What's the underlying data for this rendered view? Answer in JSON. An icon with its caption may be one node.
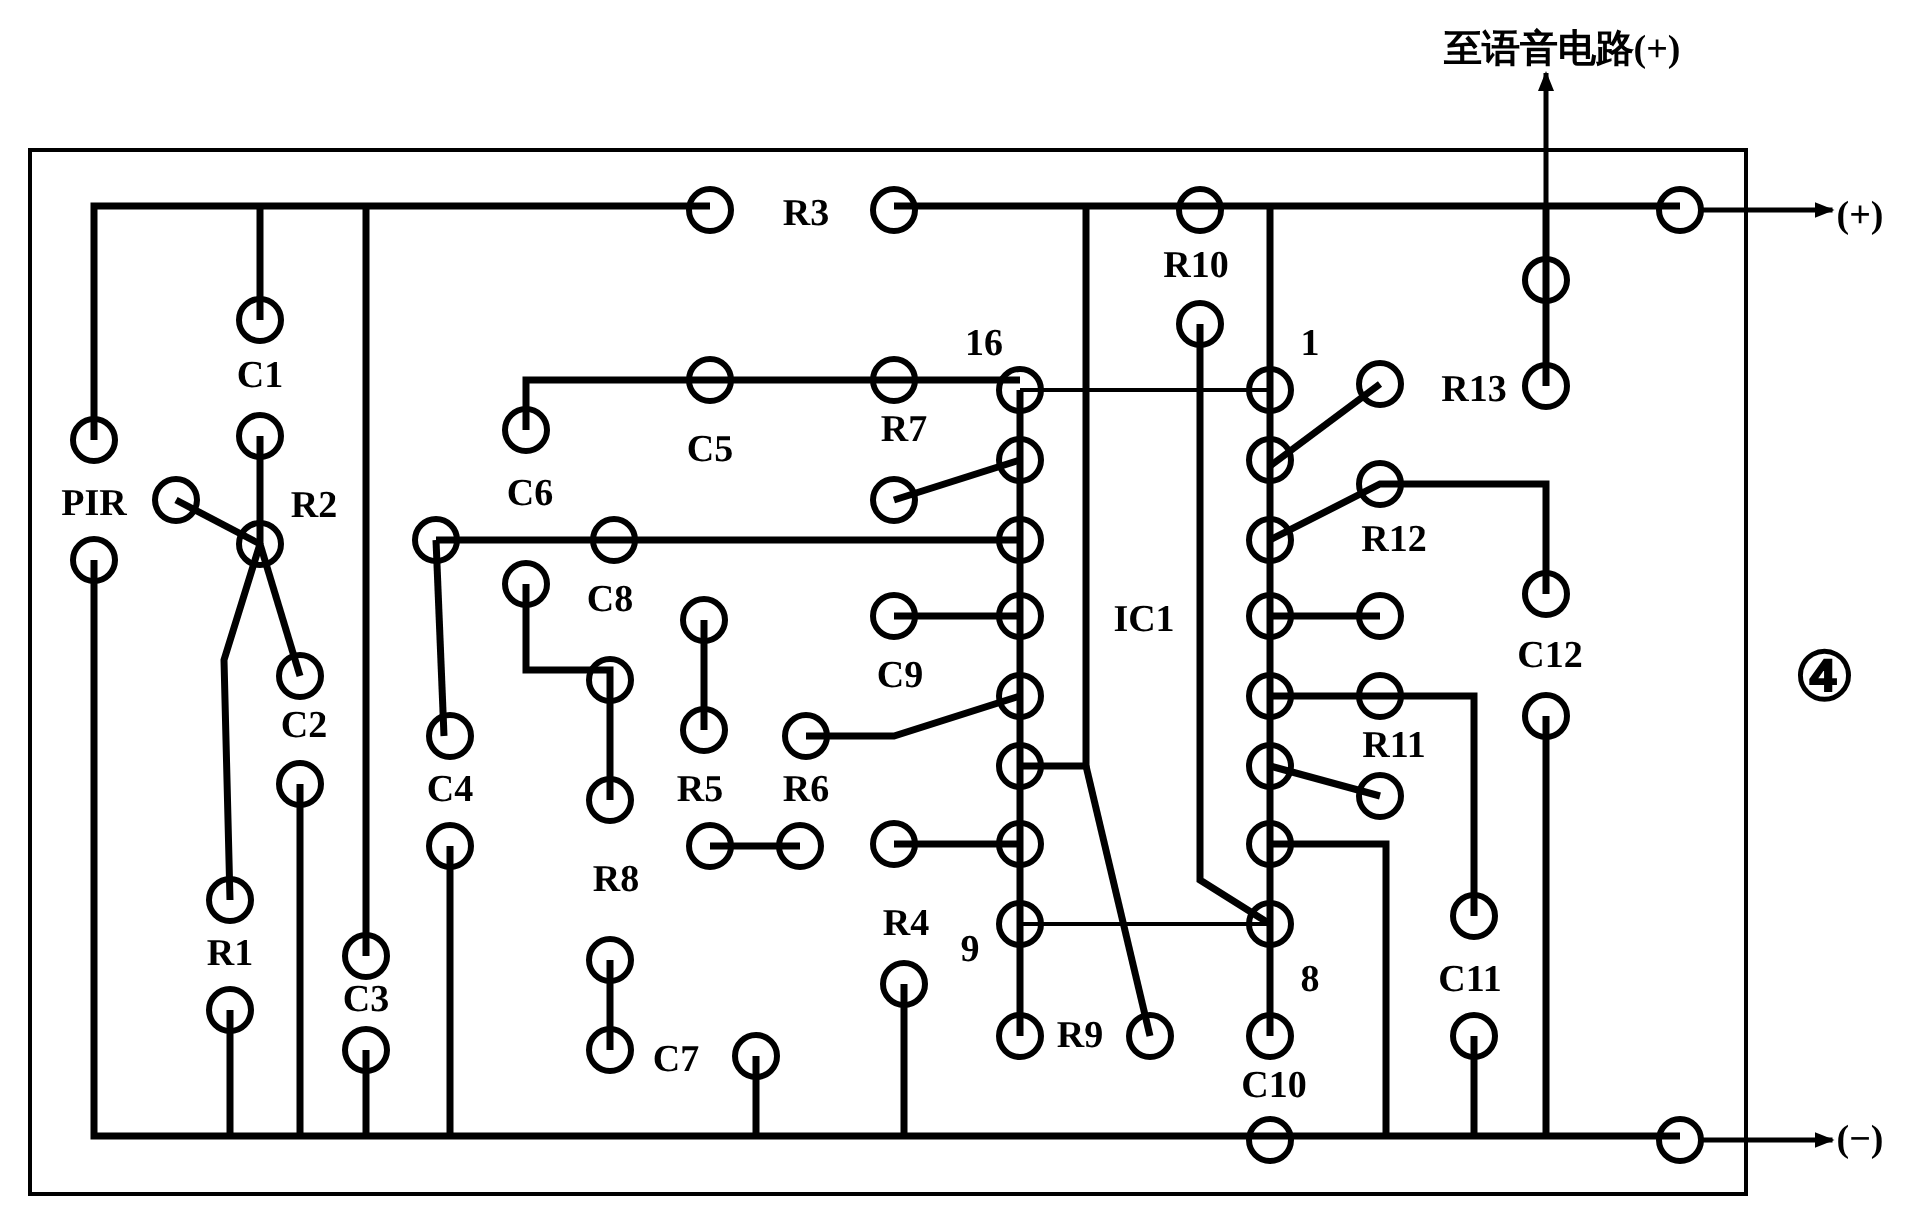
{
  "diagram": {
    "nodes": [
      {
        "text": [
          "至语音电路(+)"
        ]
      },
      {
        "text": [
          "(+)"
        ]
      },
      {
        "text": [
          "(−)"
        ]
      }
    ],
    "edges": [
      {
        "from": null,
        "to": 0,
        "arrow": "to"
      },
      {
        "from": null,
        "to": 1,
        "arrow": "to"
      },
      {
        "from": null,
        "to": 2,
        "arrow": "to"
      }
    ],
    "labels": [
      "R3",
      "R10",
      "16",
      "1",
      "R13",
      "C1",
      "C5",
      "R7",
      "PIR",
      "R2",
      "C6",
      "R12",
      "C8",
      "IC1",
      "C9",
      "C12",
      "④",
      "C2",
      "R5",
      "R6",
      "R11",
      "C4",
      "R8",
      "R4",
      "R1",
      "9",
      "8",
      "C3",
      "R9",
      "C7",
      "C11",
      "C10"
    ]
  }
}
